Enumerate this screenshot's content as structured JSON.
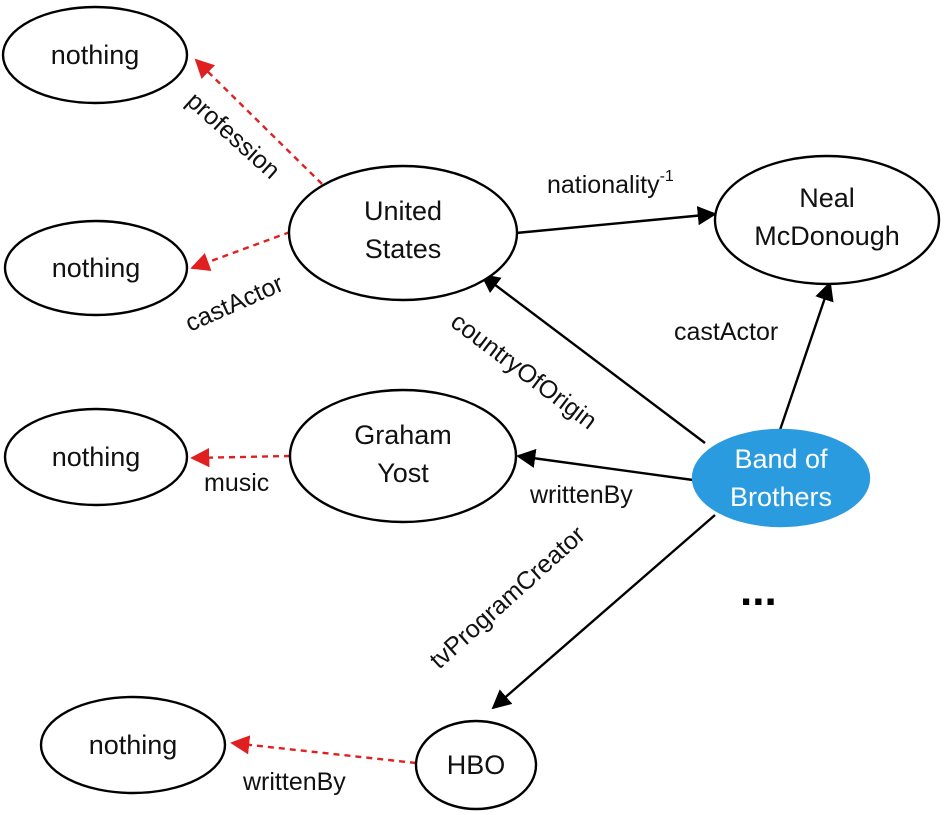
{
  "colors": {
    "focus_node": "#2b9be0",
    "missing_edge": "#e02020",
    "edge": "#000000"
  },
  "nodes": {
    "nothing_1": "nothing",
    "nothing_2": "nothing",
    "nothing_3": "nothing",
    "nothing_4": "nothing",
    "united_states": [
      "United",
      "States"
    ],
    "neal_mcdonough": [
      "Neal",
      "McDonough"
    ],
    "graham_yost": [
      "Graham",
      "Yost"
    ],
    "band_of_brothers": [
      "Band of",
      "Brothers"
    ],
    "hbo": "HBO"
  },
  "edges": {
    "profession": "profession",
    "cast_actor_missing": "castActor",
    "nationality": "nationality",
    "nationality_sup": "-1",
    "country_of_origin": "countryOfOrigin",
    "cast_actor": "castActor",
    "music": "music",
    "written_by": "writtenBy",
    "tv_program_creator": "tvProgramCreator",
    "written_by_missing": "writtenBy"
  },
  "more_indicator": "..."
}
